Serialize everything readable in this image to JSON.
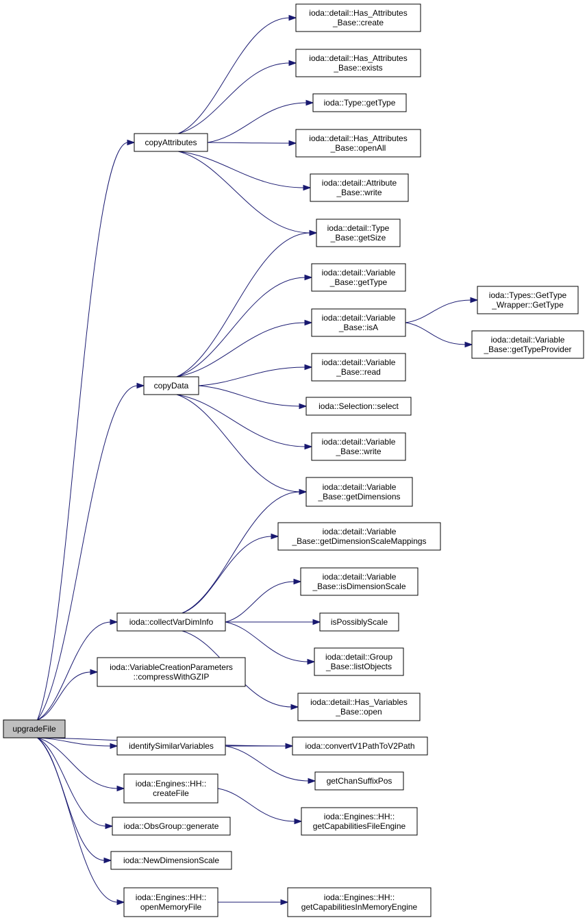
{
  "colors": {
    "edge": "#191970",
    "node_fill": "#ffffff",
    "root_fill": "#bfbfbf",
    "border": "#000000"
  },
  "nodes": [
    {
      "id": "upgradeFile",
      "lines": [
        "upgradeFile"
      ],
      "root": true
    },
    {
      "id": "copyAttributes",
      "lines": [
        "copyAttributes"
      ]
    },
    {
      "id": "copyData",
      "lines": [
        "copyData"
      ]
    },
    {
      "id": "collectVarDimInfo",
      "lines": [
        "ioda::collectVarDimInfo"
      ]
    },
    {
      "id": "compressWithGZIP",
      "lines": [
        "ioda::VariableCreationParameters",
        "::compressWithGZIP"
      ]
    },
    {
      "id": "identifySimilarVariables",
      "lines": [
        "identifySimilarVariables"
      ]
    },
    {
      "id": "createFile",
      "lines": [
        "ioda::Engines::HH::",
        "createFile"
      ]
    },
    {
      "id": "generate",
      "lines": [
        "ioda::ObsGroup::generate"
      ]
    },
    {
      "id": "NewDimensionScale",
      "lines": [
        "ioda::NewDimensionScale"
      ]
    },
    {
      "id": "openMemoryFile",
      "lines": [
        "ioda::Engines::HH::",
        "openMemoryFile"
      ]
    },
    {
      "id": "hasAttrCreate",
      "lines": [
        "ioda::detail::Has_Attributes",
        "_Base::create"
      ]
    },
    {
      "id": "hasAttrExists",
      "lines": [
        "ioda::detail::Has_Attributes",
        "_Base::exists"
      ]
    },
    {
      "id": "typeGetType",
      "lines": [
        "ioda::Type::getType"
      ]
    },
    {
      "id": "hasAttrOpenAll",
      "lines": [
        "ioda::detail::Has_Attributes",
        "_Base::openAll"
      ]
    },
    {
      "id": "attrWrite",
      "lines": [
        "ioda::detail::Attribute",
        "_Base::write"
      ]
    },
    {
      "id": "typeGetSize",
      "lines": [
        "ioda::detail::Type",
        "_Base::getSize"
      ]
    },
    {
      "id": "varGetType",
      "lines": [
        "ioda::detail::Variable",
        "_Base::getType"
      ]
    },
    {
      "id": "varIsA",
      "lines": [
        "ioda::detail::Variable",
        "_Base::isA"
      ]
    },
    {
      "id": "varRead",
      "lines": [
        "ioda::detail::Variable",
        "_Base::read"
      ]
    },
    {
      "id": "selSelect",
      "lines": [
        "ioda::Selection::select"
      ]
    },
    {
      "id": "varWrite",
      "lines": [
        "ioda::detail::Variable",
        "_Base::write"
      ]
    },
    {
      "id": "varGetDims",
      "lines": [
        "ioda::detail::Variable",
        "_Base::getDimensions"
      ]
    },
    {
      "id": "varGetDimScaleMap",
      "lines": [
        "ioda::detail::Variable",
        "_Base::getDimensionScaleMappings"
      ]
    },
    {
      "id": "varIsDimScale",
      "lines": [
        "ioda::detail::Variable",
        "_Base::isDimensionScale"
      ]
    },
    {
      "id": "isPossiblyScale",
      "lines": [
        "isPossiblyScale"
      ]
    },
    {
      "id": "groupListObjects",
      "lines": [
        "ioda::detail::Group",
        "_Base::listObjects"
      ]
    },
    {
      "id": "hasVarOpen",
      "lines": [
        "ioda::detail::Has_Variables",
        "_Base::open"
      ]
    },
    {
      "id": "convertPath",
      "lines": [
        "ioda::convertV1PathToV2Path"
      ]
    },
    {
      "id": "getChanSuffixPos",
      "lines": [
        "getChanSuffixPos"
      ]
    },
    {
      "id": "getCapFile",
      "lines": [
        "ioda::Engines::HH::",
        "getCapabilitiesFileEngine"
      ]
    },
    {
      "id": "getCapMem",
      "lines": [
        "ioda::Engines::HH::",
        "getCapabilitiesInMemoryEngine"
      ]
    },
    {
      "id": "typesGetType",
      "lines": [
        "ioda::Types::GetType",
        "_Wrapper::GetType"
      ]
    },
    {
      "id": "varGetTypeProvider",
      "lines": [
        "ioda::detail::Variable",
        "_Base::getTypeProvider"
      ]
    }
  ],
  "edges": [
    [
      "upgradeFile",
      "copyAttributes"
    ],
    [
      "upgradeFile",
      "copyData"
    ],
    [
      "upgradeFile",
      "collectVarDimInfo"
    ],
    [
      "upgradeFile",
      "compressWithGZIP"
    ],
    [
      "upgradeFile",
      "convertPath"
    ],
    [
      "upgradeFile",
      "identifySimilarVariables"
    ],
    [
      "upgradeFile",
      "createFile"
    ],
    [
      "upgradeFile",
      "generate"
    ],
    [
      "upgradeFile",
      "NewDimensionScale"
    ],
    [
      "upgradeFile",
      "openMemoryFile"
    ],
    [
      "copyAttributes",
      "hasAttrCreate"
    ],
    [
      "copyAttributes",
      "hasAttrExists"
    ],
    [
      "copyAttributes",
      "typeGetType"
    ],
    [
      "copyAttributes",
      "hasAttrOpenAll"
    ],
    [
      "copyAttributes",
      "attrWrite"
    ],
    [
      "copyAttributes",
      "typeGetSize"
    ],
    [
      "copyData",
      "typeGetSize"
    ],
    [
      "copyData",
      "varGetType"
    ],
    [
      "copyData",
      "varIsA"
    ],
    [
      "copyData",
      "varRead"
    ],
    [
      "copyData",
      "selSelect"
    ],
    [
      "copyData",
      "varWrite"
    ],
    [
      "copyData",
      "varGetDims"
    ],
    [
      "varIsA",
      "typesGetType"
    ],
    [
      "varIsA",
      "varGetTypeProvider"
    ],
    [
      "collectVarDimInfo",
      "varGetDims"
    ],
    [
      "collectVarDimInfo",
      "varGetDimScaleMap"
    ],
    [
      "collectVarDimInfo",
      "varIsDimScale"
    ],
    [
      "collectVarDimInfo",
      "isPossiblyScale"
    ],
    [
      "collectVarDimInfo",
      "groupListObjects"
    ],
    [
      "collectVarDimInfo",
      "hasVarOpen"
    ],
    [
      "identifySimilarVariables",
      "convertPath"
    ],
    [
      "identifySimilarVariables",
      "getChanSuffixPos"
    ],
    [
      "createFile",
      "getCapFile"
    ],
    [
      "openMemoryFile",
      "getCapMem"
    ]
  ]
}
